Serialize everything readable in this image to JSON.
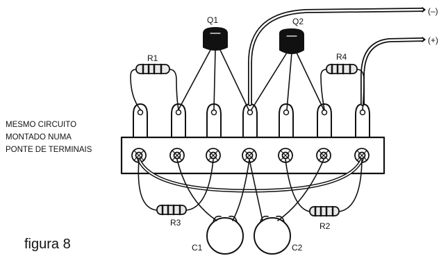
{
  "diagram": {
    "caption": "figura 8",
    "description_lines": [
      "MESMO CIRCUITO",
      "MONTADO NUMA",
      "PONTE DE TERMINAIS"
    ],
    "components": {
      "q1": "Q1",
      "q2": "Q2",
      "r1": "R1",
      "r2": "R2",
      "r3": "R3",
      "r4": "R4",
      "c1": "C1",
      "c2": "C2"
    },
    "terminals": {
      "negative": "(–)",
      "positive": "(+)"
    }
  },
  "colors": {
    "ink": "#111111",
    "background": "#ffffff",
    "board_fill": "#ffffff",
    "resistor_fill": "#e8e8e8"
  }
}
